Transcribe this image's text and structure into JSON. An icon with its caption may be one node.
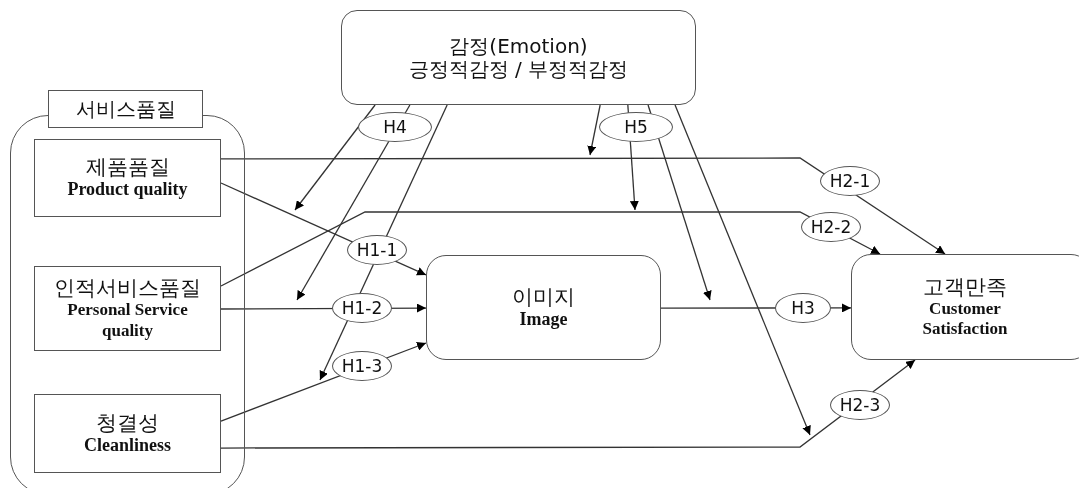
{
  "diagram": {
    "nodes": [
      {
        "text": [
          "서비스품질"
        ]
      },
      {
        "text": [
          "제품품질",
          "Product quality"
        ],
        "in": 0
      },
      {
        "text": [
          "인적서비스품질",
          "Personal Service quality"
        ],
        "in": 0
      },
      {
        "text": [
          "청결성",
          "Cleanliness"
        ],
        "in": 0
      },
      {
        "text": [
          "감정(Emotion)",
          "긍정적감정 / 부정적감정"
        ]
      },
      {
        "text": [
          "이미지",
          "Image"
        ]
      },
      {
        "text": [
          "고객만족",
          "Customer Satisfaction"
        ]
      }
    ],
    "edges": [
      {
        "from": 1,
        "to": 5,
        "arrow": "to",
        "label": "H1-1"
      },
      {
        "from": 2,
        "to": 5,
        "arrow": "to",
        "label": "H1-2"
      },
      {
        "from": 3,
        "to": 5,
        "arrow": "to",
        "label": "H1-3"
      },
      {
        "from": 1,
        "to": 6,
        "arrow": "to",
        "label": "H2-1"
      },
      {
        "from": 2,
        "to": 6,
        "arrow": "to",
        "label": "H2-2"
      },
      {
        "from": 3,
        "to": 6,
        "arrow": "to",
        "label": "H2-3"
      },
      {
        "from": 5,
        "to": 6,
        "arrow": "to",
        "label": "H3"
      },
      {
        "from": 4,
        "to": null,
        "arrow": "to"
      },
      {
        "from": 4,
        "to": null,
        "arrow": "to",
        "label": "H4"
      },
      {
        "from": 4,
        "to": null,
        "arrow": "to"
      },
      {
        "from": 4,
        "to": null,
        "arrow": "to"
      },
      {
        "from": 4,
        "to": null,
        "arrow": "to",
        "label": "H5"
      },
      {
        "from": 4,
        "to": null,
        "arrow": "to"
      },
      {
        "from": 4,
        "to": null,
        "arrow": "to"
      }
    ]
  }
}
